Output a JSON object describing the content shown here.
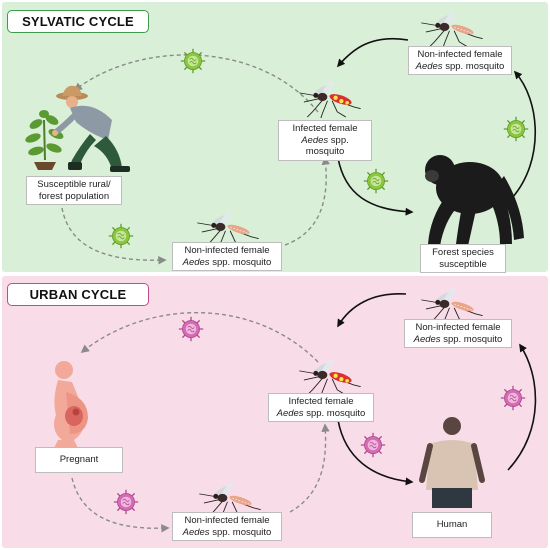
{
  "sylvatic": {
    "title": "SYLVATIC CYCLE",
    "nodes": {
      "infected": {
        "line1": "Infected female",
        "species": "Aedes",
        "line2_rest": " spp. mosquito"
      },
      "noninfected_top": {
        "line1": "Non-infected female",
        "species": "Aedes",
        "line2_rest": " spp. mosquito"
      },
      "noninfected_bottom": {
        "line1": "Non-infected female",
        "species": "Aedes",
        "line2_rest": " spp. mosquito"
      },
      "population": {
        "line1": "Susceptible rural/",
        "line2": "forest population"
      },
      "forest_species": {
        "line1": "Forest species",
        "line2": "susceptible"
      }
    }
  },
  "urban": {
    "title": "URBAN CYCLE",
    "nodes": {
      "infected": {
        "line1": "Infected female",
        "species": "Aedes",
        "line2_rest": " spp. mosquito"
      },
      "noninfected_top": {
        "line1": "Non-infected female",
        "species": "Aedes",
        "line2_rest": " spp. mosquito"
      },
      "noninfected_bottom": {
        "line1": "Non-infected female",
        "species": "Aedes",
        "line2_rest": " spp. mosquito"
      },
      "pregnant": {
        "line1": "Pregnant"
      },
      "human": {
        "line1": "Human"
      }
    }
  },
  "icons": [
    "mosquito-icon",
    "virus-icon",
    "farmer-icon",
    "chimpanzee-icon",
    "pregnant-woman-icon",
    "human-icon"
  ],
  "colors": {
    "sylvatic_bg": "#d9efd7",
    "urban_bg": "#f8dde9",
    "sylvatic_accent": "#3e9b4a",
    "urban_accent": "#c44a8a",
    "virus_green": "#8cc63f",
    "virus_pink": "#d36bb5"
  }
}
